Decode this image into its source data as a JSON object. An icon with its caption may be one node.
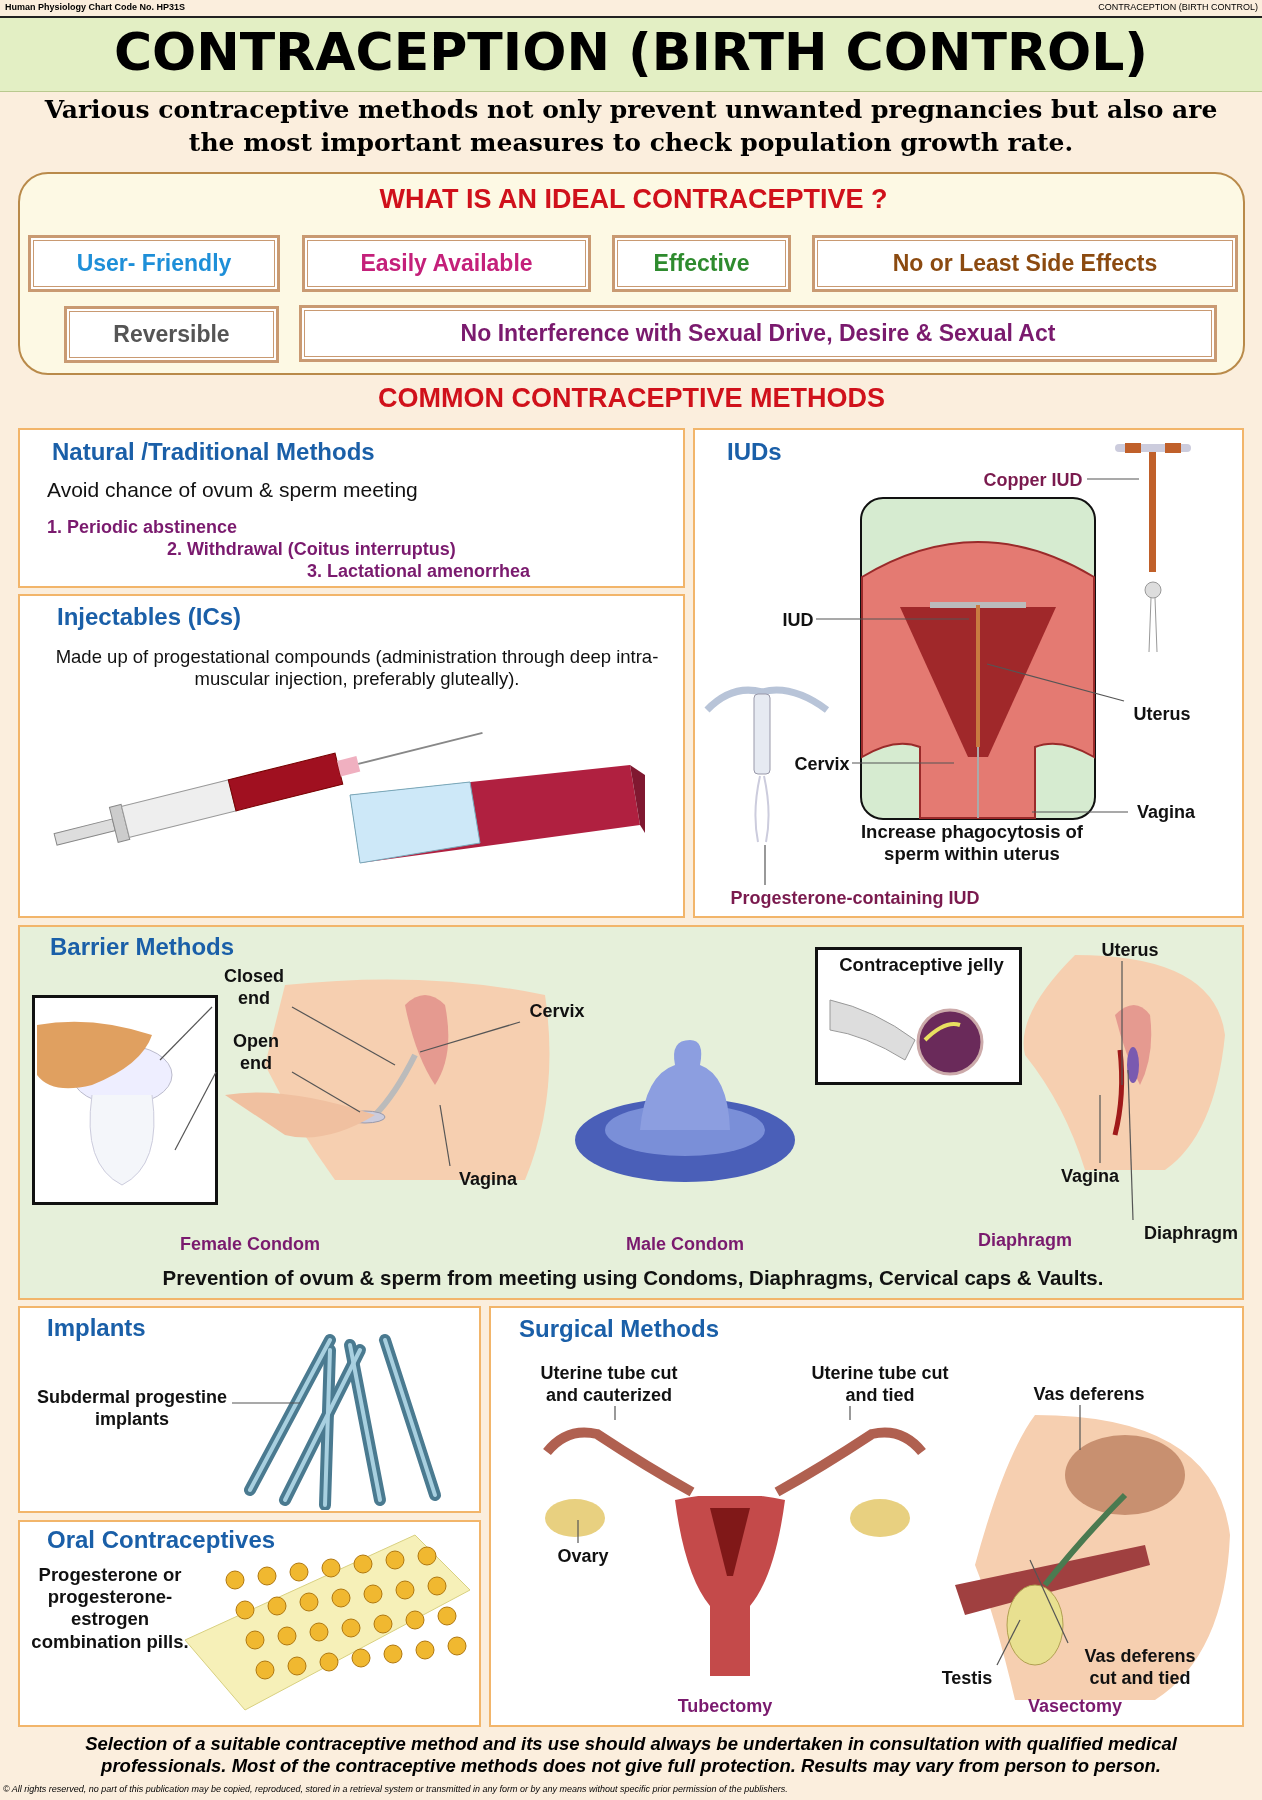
{
  "diagram": {
    "title": "CONTRACEPTION (BIRTH CONTROL)",
    "nodes": [
      {
        "text": [
          "WHAT IS AN IDEAL CONTRACEPTIVE ?"
        ]
      },
      {
        "text": [
          "User- Friendly"
        ],
        "in": 0
      },
      {
        "text": [
          "Easily Available"
        ],
        "in": 0
      },
      {
        "text": [
          "Effective"
        ],
        "in": 0
      },
      {
        "text": [
          "No or Least Side Effects"
        ],
        "in": 0
      },
      {
        "text": [
          "Reversible"
        ],
        "in": 0
      },
      {
        "text": [
          "No Interference with Sexual Drive, Desire & Sexual Act"
        ],
        "in": 0
      },
      {
        "text": [
          "Natural /Traditional Methods",
          "Avoid chance of ovum & sperm meeting",
          "1. Periodic abstinence",
          "2. Withdrawal (Coitus interruptus)",
          "3. Lactational amenorrhea"
        ]
      },
      {
        "text": [
          "Injectables (ICs)",
          "Made up of progestational compounds (administration through deep intra-muscular injection, preferably gluteally)."
        ]
      },
      {
        "text": [
          "IUDs",
          "Increase phagocytosis of sperm within uterus"
        ]
      },
      {
        "text": [
          "Copper IUD"
        ],
        "in": 9
      },
      {
        "text": [
          "IUD"
        ],
        "in": 9
      },
      {
        "text": [
          "Uterus"
        ],
        "in": 9
      },
      {
        "text": [
          "Cervix"
        ],
        "in": 9
      },
      {
        "text": [
          "Vagina"
        ],
        "in": 9
      },
      {
        "text": [
          "Progesterone-containing IUD"
        ],
        "in": 9
      },
      {
        "text": [
          "Barrier Methods",
          "Prevention of ovum & sperm from meeting using Condoms, Diaphragms, Cervical caps & Vaults."
        ]
      },
      {
        "text": [
          "Closed end"
        ],
        "in": 16
      },
      {
        "text": [
          "Open end"
        ],
        "in": 16
      },
      {
        "text": [
          "Cervix"
        ],
        "in": 16
      },
      {
        "text": [
          "Vagina"
        ],
        "in": 16
      },
      {
        "text": [
          "Contraceptive jelly"
        ],
        "in": 16
      },
      {
        "text": [
          "Uterus"
        ],
        "in": 16
      },
      {
        "text": [
          "Vagina"
        ],
        "in": 16
      },
      {
        "text": [
          "Diaphragm"
        ],
        "in": 16
      },
      {
        "text": [
          "Implants"
        ]
      },
      {
        "text": [
          "Subdermal progestine implants"
        ],
        "in": 25
      },
      {
        "text": [
          "Oral Contraceptives",
          "Progesterone or progesterone-estrogen combination pills."
        ]
      },
      {
        "text": [
          "Surgical Methods"
        ]
      },
      {
        "text": [
          "Uterine tube cut and cauterized"
        ],
        "in": 28
      },
      {
        "text": [
          "Uterine tube cut and tied"
        ],
        "in": 28
      },
      {
        "text": [
          "Ovary"
        ],
        "in": 28
      },
      {
        "text": [
          "Vas deferens"
        ],
        "in": 28
      },
      {
        "text": [
          "Testis"
        ],
        "in": 28
      },
      {
        "text": [
          "Vas deferens cut and tied"
        ],
        "in": 28
      },
      {
        "text": [],
        "shape": "picture",
        "in": 9
      },
      {
        "text": [],
        "shape": "picture",
        "in": 28
      },
      {
        "text": [],
        "shape": "picture",
        "in": 28
      }
    ],
    "edges": [
      {
        "from": 10,
        "to": null,
        "arrow": "none"
      },
      {
        "from": 11,
        "to": null,
        "arrow": "none"
      },
      {
        "from": 12,
        "to": null,
        "arrow": "none"
      },
      {
        "from": 13,
        "to": null,
        "arrow": "none"
      },
      {
        "from": 14,
        "to": null,
        "arrow": "none"
      },
      {
        "from": 15,
        "to": 35,
        "arrow": "none"
      },
      {
        "from": 17,
        "to": null,
        "arrow": "none"
      },
      {
        "from": 17,
        "to": null,
        "arrow": "none"
      },
      {
        "from": 18,
        "to": null,
        "arrow": "none"
      },
      {
        "from": 18,
        "to": null,
        "arrow": "none"
      },
      {
        "from": 19,
        "to": null,
        "arrow": "none"
      },
      {
        "from": 20,
        "to": null,
        "arrow": "none"
      },
      {
        "from": 22,
        "to": null,
        "arrow": "none"
      },
      {
        "from": 23,
        "to": null,
        "arrow": "none"
      },
      {
        "from": 24,
        "to": null,
        "arrow": "none"
      },
      {
        "from": 26,
        "to": null,
        "arrow": "none"
      },
      {
        "from": 29,
        "to": 36,
        "arrow": "none"
      },
      {
        "from": 30,
        "to": 37,
        "arrow": "none"
      },
      {
        "from": 31,
        "to": null,
        "arrow": "none"
      },
      {
        "from": 32,
        "to": null,
        "arrow": "none"
      },
      {
        "from": 33,
        "to": null,
        "arrow": "none"
      },
      {
        "from": 34,
        "to": null,
        "arrow": "none"
      }
    ],
    "labels": [
      "Human Physiology Chart Code No. HP31S",
      "CONTRACEPTION (BIRTH CONTROL)",
      "Various contraceptive methods not only prevent unwanted pregnancies but also are the most important measures to check population growth rate.",
      "COMMON CONTRACEPTIVE METHODS",
      "Female Condom",
      "Male Condom",
      "Diaphragm",
      "Tubectomy",
      "Vasectomy",
      "Selection of a suitable contraceptive method and its use should always be undertaken in consultation with qualified medical professionals. Most of the contraceptive methods does not give full protection. Results may vary from person to person.",
      "© All rights reserved, no part of this publication may be copied, reproduced, stored in a retrieval system or transmitted in any form or by any means without specific prior permission of the publishers."
    ]
  }
}
